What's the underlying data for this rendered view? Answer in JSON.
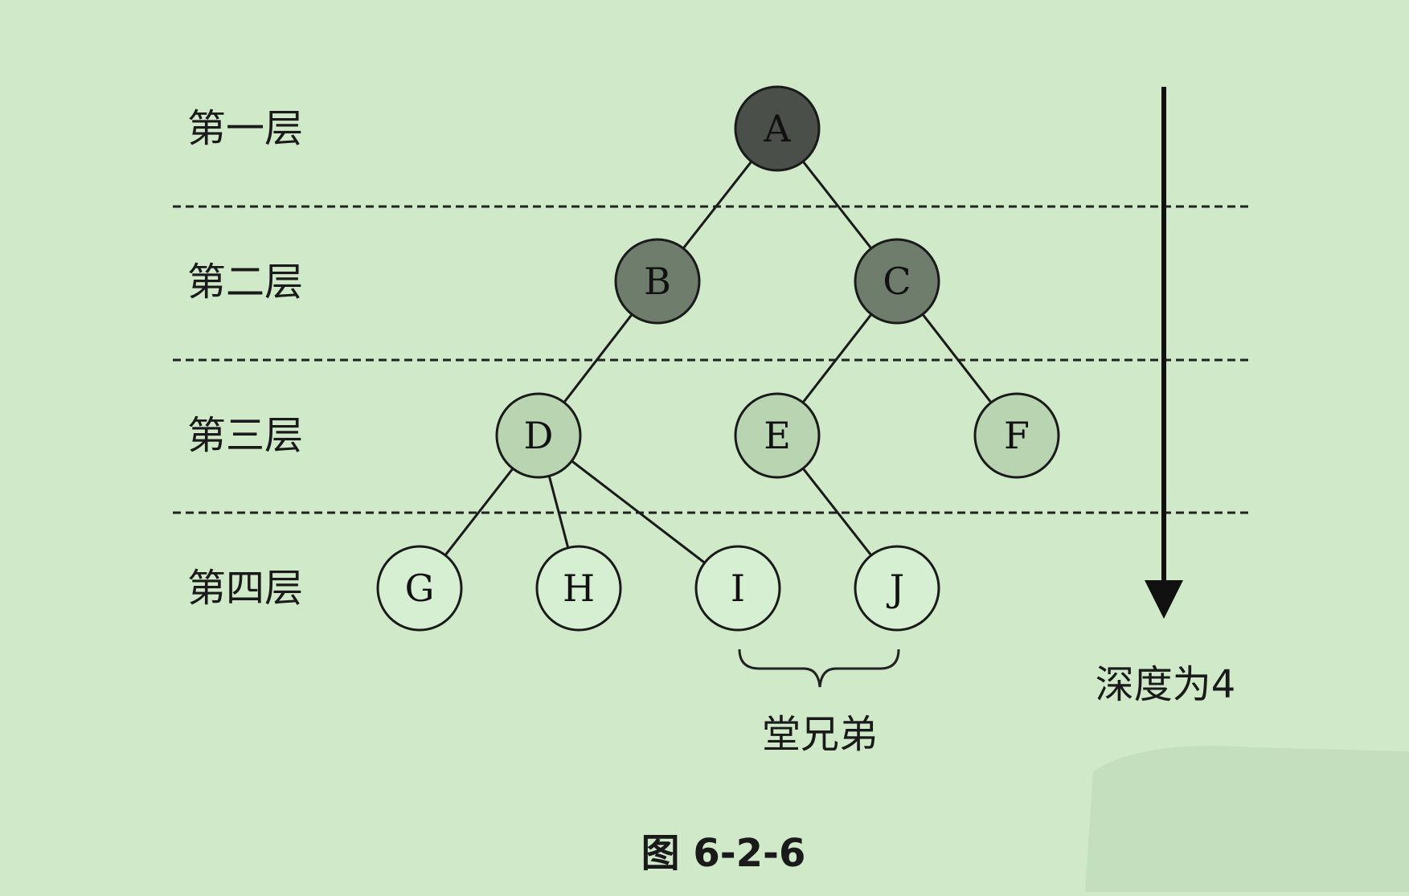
{
  "levels": {
    "level1": "第一层",
    "level2": "第二层",
    "level3": "第三层",
    "level4": "第四层"
  },
  "nodes": {
    "A": "A",
    "B": "B",
    "C": "C",
    "D": "D",
    "E": "E",
    "F": "F",
    "G": "G",
    "H": "H",
    "I": "I",
    "J": "J"
  },
  "edges": [
    [
      "A",
      "B"
    ],
    [
      "A",
      "C"
    ],
    [
      "B",
      "D"
    ],
    [
      "C",
      "E"
    ],
    [
      "C",
      "F"
    ],
    [
      "D",
      "G"
    ],
    [
      "D",
      "H"
    ],
    [
      "D",
      "I"
    ],
    [
      "E",
      "J"
    ]
  ],
  "depth_label": "深度为4",
  "cousins_label": "堂兄弟",
  "figure_caption": "图 6-2-6",
  "colors": {
    "background": "#cfe9c9",
    "level1_fill": "#4a4f4a",
    "level2_fill": "#6f7d6d",
    "level3_fill": "#b8d4b1",
    "level4_fill": "#d6eed1",
    "stroke": "#1a1a1a"
  }
}
